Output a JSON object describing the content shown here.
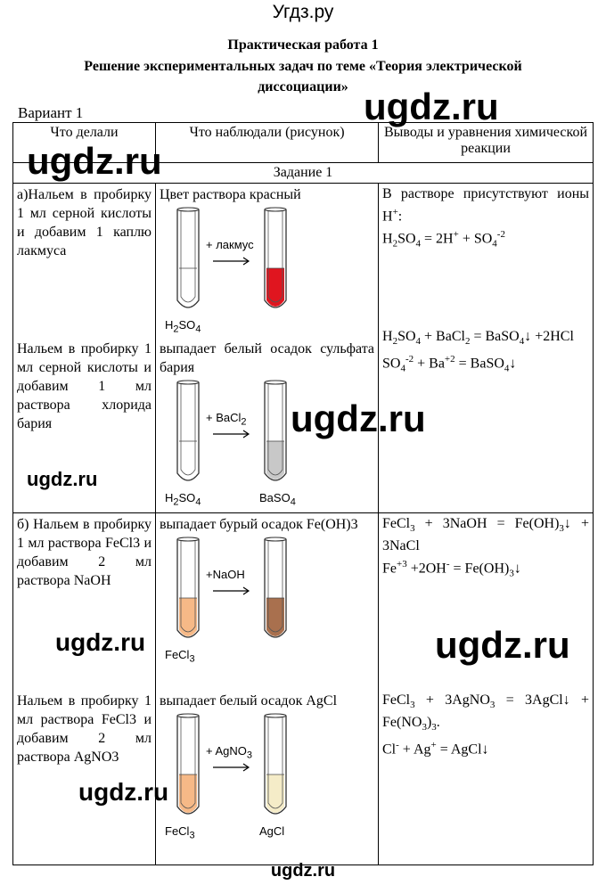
{
  "site_top": "Угдз.ру",
  "title1": "Практическая работа 1",
  "title2": "Решение экспериментальных задач по теме «Теория электрической",
  "title3": "диссоциации»",
  "variant": "Вариант 1",
  "watermark": "ugdz.ru",
  "footer": "ugdz.ru",
  "table": {
    "headers": [
      "Что делали",
      "Что наблюдали (рисунок)",
      "Выводы и уравнения химической реакции"
    ],
    "task": "Задание 1",
    "rows": [
      {
        "did": "а)Нальем в пробирку 1 мл серной кислоты и добавим 1 каплю лакмуса",
        "observed": "Цвет раствора красный",
        "reagent": "+ лакмус",
        "tube1": "H2SO4",
        "tube2": "",
        "tube1_color": "#ffffff",
        "tube2_color": "#e0151f",
        "conclusion_lines": [
          "В растворе присутствуют ионы H+:",
          "H2SO4 = 2H+ + SO4-2"
        ]
      },
      {
        "did": "Нальем в пробирку 1 мл серной кислоты и добавим 1 мл раствора хлорида бария",
        "observed": "выпадает белый осадок сульфата бария",
        "reagent": "+ BaCl2",
        "tube1": "H2SO4",
        "tube2": "BaSO4",
        "tube1_color": "#ffffff",
        "tube2_color": "#c8c8c8",
        "conclusion_lines": [
          "H2SO4 + BaCl2 = BaSO4↓ +2HCl",
          "SO4-2 + Ba+2 = BaSO4↓"
        ]
      },
      {
        "did": "б) Нальем в пробирку 1 мл раствора FeCl3 и добавим 2 мл раствора NaOH",
        "observed": "выпадает бурый осадок Fe(OH)3",
        "reagent": "+NaOH",
        "tube1": "FeCl3",
        "tube2": "",
        "tube1_color": "#f6b987",
        "tube2_color": "#a9704e",
        "conclusion_lines": [
          "FeCl3 + 3NaOH = Fe(OH)3↓ + 3NaCl",
          "Fe+3 +2OH- = Fe(OH)3↓"
        ]
      },
      {
        "did": "Нальем в пробирку 1 мл раствора FeCl3 и добавим 2 мл раствора AgNO3",
        "observed": "выпадает белый осадок AgCl",
        "reagent": "+ AgNO3",
        "tube1": "FeCl3",
        "tube2": "AgCl",
        "tube1_color": "#f6b987",
        "tube2_color": "#f5ecc8",
        "conclusion_lines": [
          "FeCl3 + 3AgNO3 = 3AgCl↓ + Fe(NO3)3.",
          "Cl- + Ag+ = AgCl↓"
        ]
      }
    ]
  }
}
